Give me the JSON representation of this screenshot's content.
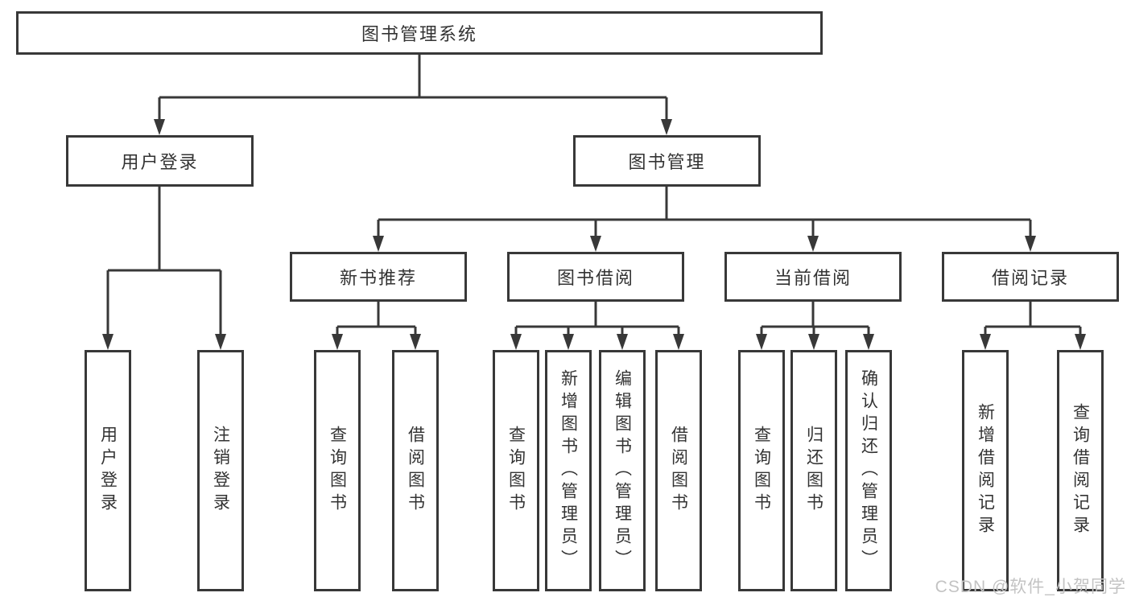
{
  "colors": {
    "line": "#383838",
    "text": "#333333",
    "watermark": "#c3c3c3"
  },
  "watermark": "CSDN @软件_小贺同学",
  "tree": {
    "label": "图书管理系统",
    "children": [
      {
        "label": "用户登录",
        "children": [
          {
            "label": "用户登录"
          },
          {
            "label": "注销登录"
          }
        ]
      },
      {
        "label": "图书管理",
        "children": [
          {
            "label": "新书推荐",
            "children": [
              {
                "label": "查询图书"
              },
              {
                "label": "借阅图书"
              }
            ]
          },
          {
            "label": "图书借阅",
            "children": [
              {
                "label": "查询图书"
              },
              {
                "label": "新增图书（管理员）"
              },
              {
                "label": "编辑图书（管理员）"
              },
              {
                "label": "借阅图书"
              }
            ]
          },
          {
            "label": "当前借阅",
            "children": [
              {
                "label": "查询图书"
              },
              {
                "label": "归还图书"
              },
              {
                "label": "确认归还（管理员）"
              }
            ]
          },
          {
            "label": "借阅记录",
            "children": [
              {
                "label": "新增借阅记录"
              },
              {
                "label": "查询借阅记录"
              }
            ]
          }
        ]
      }
    ]
  }
}
